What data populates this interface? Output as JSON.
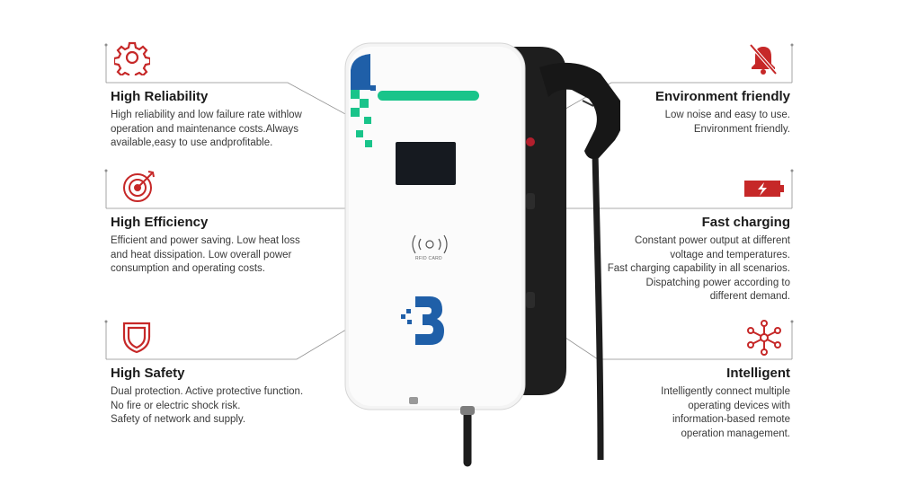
{
  "features": {
    "reliability": {
      "title": "High Reliability",
      "text": "High reliability and low failure rate withlow\noperation and maintenance costs.Always\navailable,easy to use andprofitable."
    },
    "efficiency": {
      "title": "High Efficiency",
      "text": "Efficient and power saving. Low heat loss\nand heat dissipation. Low overall power\nconsumption and operating costs."
    },
    "safety": {
      "title": "High Safety",
      "text": "Dual protection. Active protective function.\nNo fire or electric shock risk.\nSafety of network and supply."
    },
    "environment": {
      "title": "Environment friendly",
      "text": "Low noise and easy to use.\nEnvironment friendly."
    },
    "charging": {
      "title": "Fast charging",
      "text": "Constant power output at different\nvoltage and temperatures.\nFast charging capability in all scenarios.\nDispatching power according to\ndifferent demand."
    },
    "intelligent": {
      "title": "Intelligent",
      "text": "Intelligently connect multiple\noperating devices with\ninformation-based remote\noperation management."
    }
  },
  "device": {
    "card_label": "RFID CARD"
  },
  "icons": {
    "reliability": "gear-icon",
    "efficiency": "target-icon",
    "safety": "shield-icon",
    "environment": "muted-bell-icon",
    "charging": "battery-charging-icon",
    "intelligent": "network-nodes-icon"
  },
  "colors": {
    "accent": "#c62828",
    "brand_blue": "#1f5fa8",
    "indicator_green": "#19c48a"
  }
}
